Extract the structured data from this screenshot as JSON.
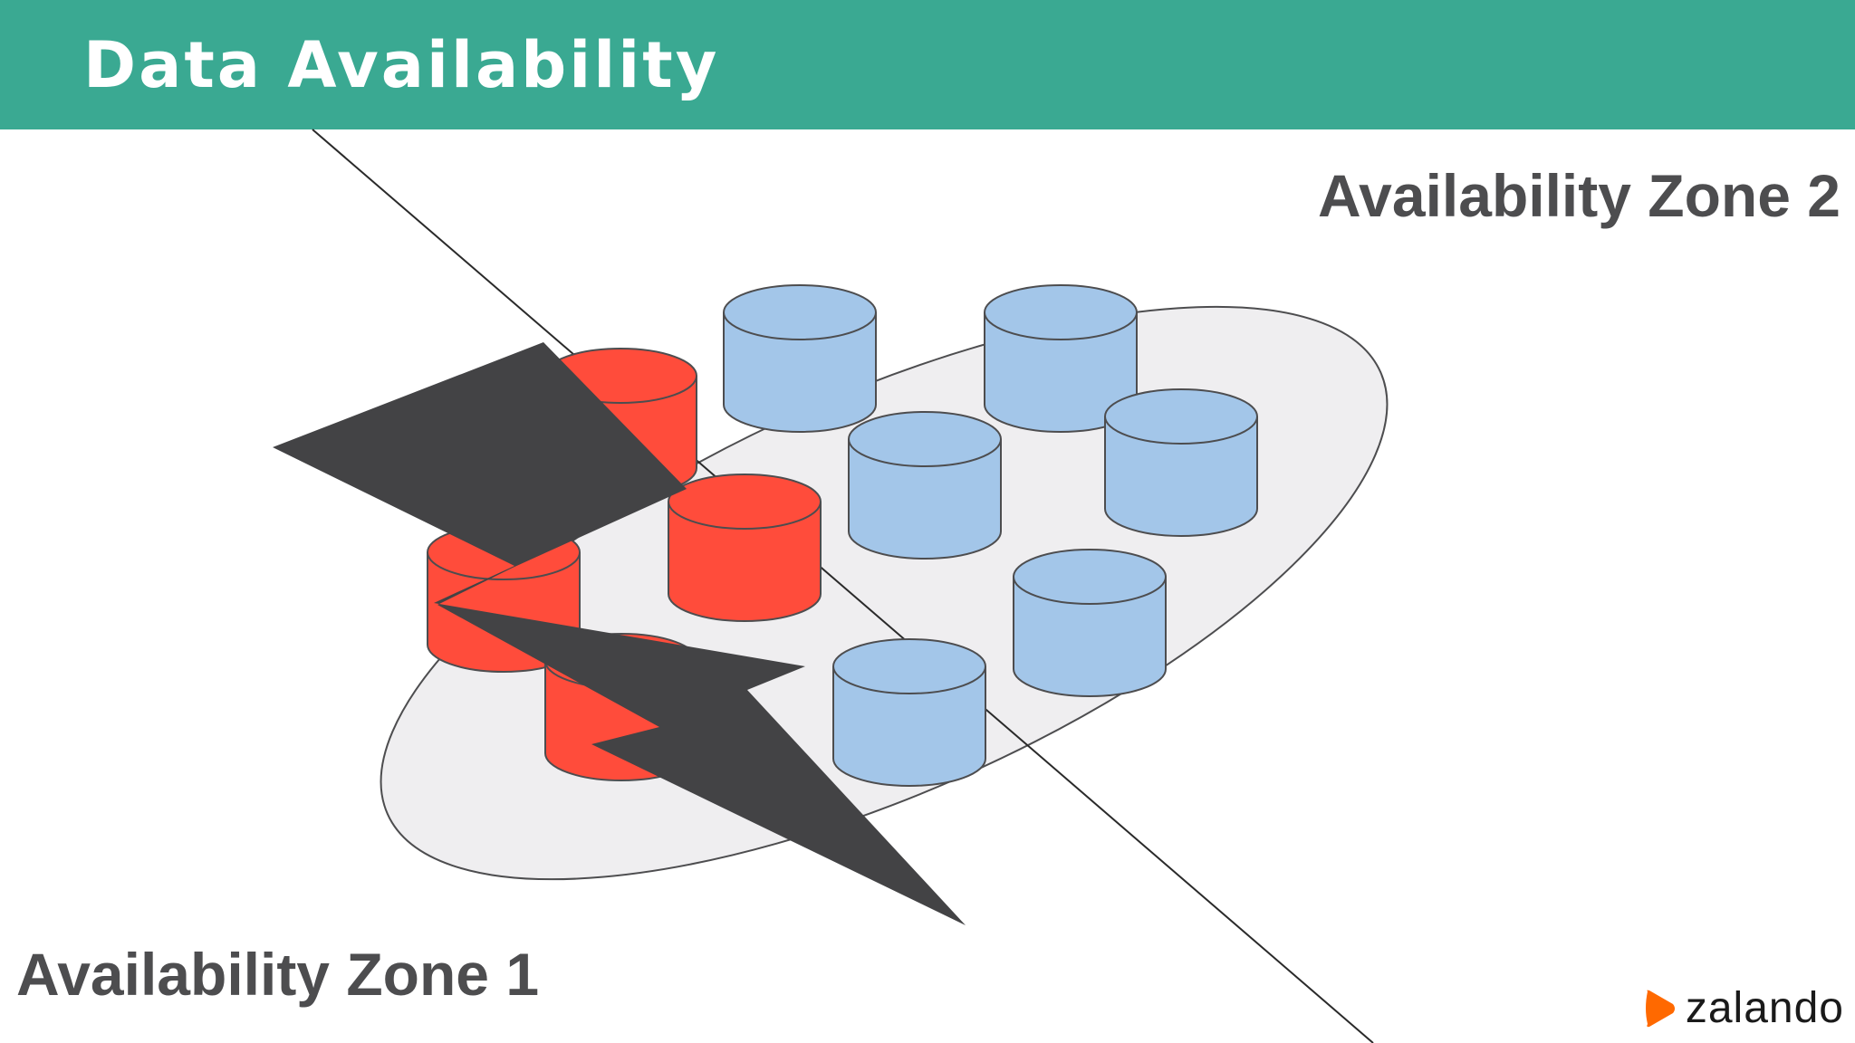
{
  "slide": {
    "title": "Data Availability"
  },
  "zones": {
    "zone1_label": "Availability Zone 1",
    "zone2_label": "Availability Zone 2"
  },
  "logo": {
    "text": "zalando",
    "accent": "#ff6900"
  },
  "colors": {
    "header": "#3aa992",
    "failed_node": "#ff4c3b",
    "healthy_node": "#a3c6e9",
    "cluster": "#efeef0",
    "lightning": "#434345"
  },
  "icons": {
    "failure": "lightning-bolt-icon",
    "node": "database-cylinder-icon"
  }
}
